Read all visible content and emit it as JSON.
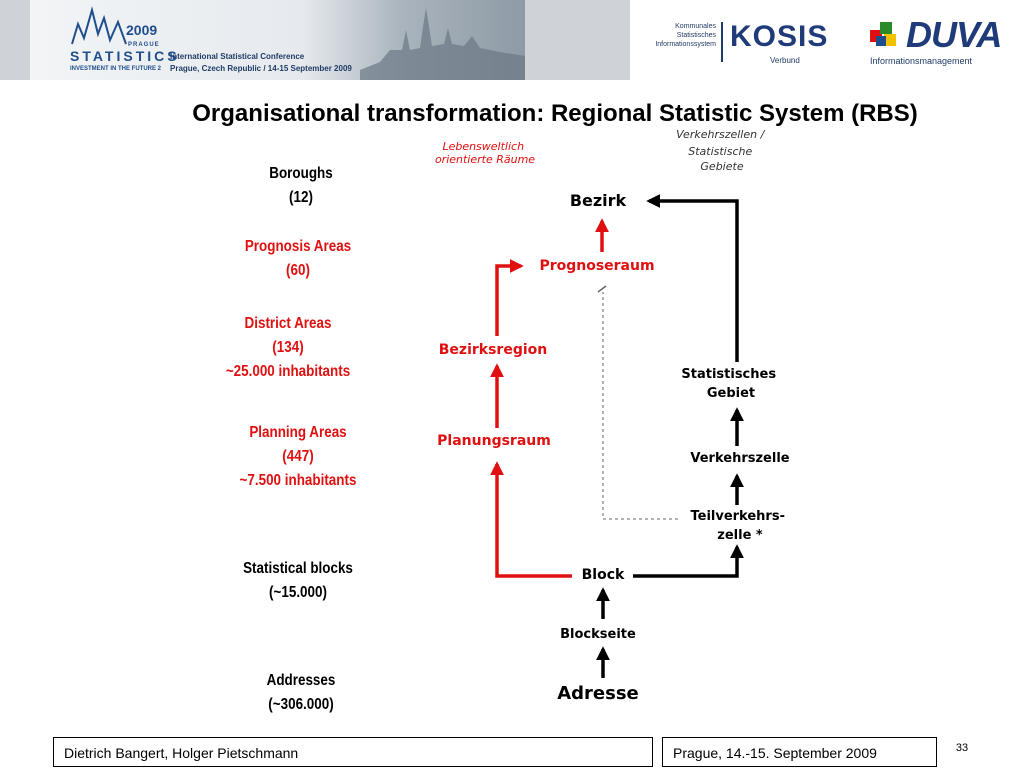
{
  "header": {
    "conference": {
      "year": "2009",
      "city": "PRAGUE",
      "name": "STATISTICS",
      "tagline": "INVESTMENT IN THE FUTURE 2",
      "line1": "International Statistical Conference",
      "line2": "Prague, Czech Republic / 14-15 September 2009"
    },
    "kosis": {
      "small_lines": [
        "Kommunales",
        "Statistisches",
        "Informationssystem"
      ],
      "name": "KOSIS",
      "sub": "Verbund"
    },
    "duva": {
      "name": "DUVA",
      "sub": "Informationsmanagement"
    }
  },
  "title": "Organisational transformation: Regional Statistic System (RBS)",
  "levels": [
    {
      "lines": [
        "Boroughs",
        "(12)"
      ],
      "color": "black"
    },
    {
      "lines": [
        "Prognosis Areas",
        "(60)"
      ],
      "color": "red"
    },
    {
      "lines": [
        "District Areas",
        "(134)",
        "~25.000 inhabitants"
      ],
      "color": "red"
    },
    {
      "lines": [
        "Planning Areas",
        "(447)",
        "~7.500 inhabitants"
      ],
      "color": "red"
    },
    {
      "lines": [
        "Statistical blocks",
        "(~15.000)"
      ],
      "color": "black"
    },
    {
      "lines": [
        "Addresses",
        "(~306.000)"
      ],
      "color": "black"
    }
  ],
  "diagram": {
    "annotation_left": [
      "Lebensweltlich",
      "orientierte Räume"
    ],
    "annotation_right": [
      "Verkehrszellen /",
      "Statistische",
      "Gebiete"
    ],
    "nodes": {
      "bezirk": "Bezirk",
      "prognoseraum": "Prognoseraum",
      "bezirksregion": "Bezirksregion",
      "planungsraum": "Planungsraum",
      "block": "Block",
      "blockseite": "Blockseite",
      "adresse": "Adresse",
      "statistisches_gebiet": [
        "Statistisches",
        "Gebiet"
      ],
      "verkehrszelle": "Verkehrszelle",
      "teilverkehrszelle": [
        "Teilverkehrs-",
        "zelle *"
      ]
    },
    "colors": {
      "red": "#e01010",
      "black": "#000000",
      "annotation": "#e01010",
      "dotted": "#999999"
    }
  },
  "footer": {
    "authors": "Dietrich Bangert, Holger Pietschmann",
    "event": "Prague, 14.-15. September 2009",
    "page": "33"
  }
}
